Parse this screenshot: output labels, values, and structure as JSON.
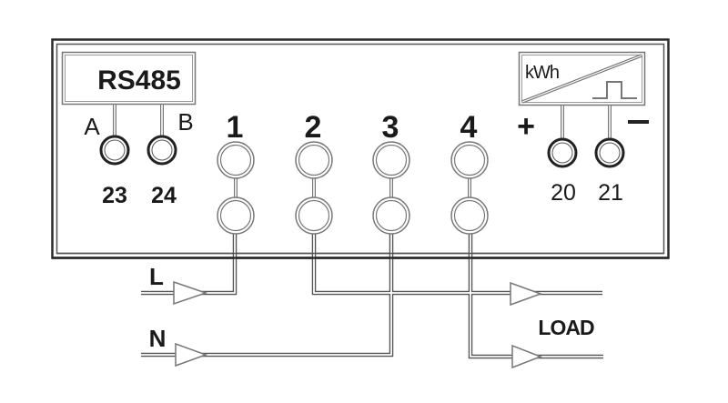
{
  "diagram": {
    "title": "Energy meter wiring diagram",
    "colors": {
      "line_dark": "#2a2a2a",
      "line_light": "#8a8a8a",
      "background": "#ffffff",
      "text": "#1a1a1a"
    },
    "rs485": {
      "label": "RS485",
      "line_a_label": "A",
      "line_b_label": "B",
      "terminals": [
        "23",
        "24"
      ]
    },
    "pulse_output": {
      "label": "kWh",
      "plus_label": "+",
      "minus_label": "−",
      "terminals": [
        "20",
        "21"
      ]
    },
    "main_terminals": [
      "1",
      "2",
      "3",
      "4"
    ],
    "supply": {
      "line_label": "L",
      "neutral_label": "N"
    },
    "load": {
      "label": "LOAD"
    }
  }
}
